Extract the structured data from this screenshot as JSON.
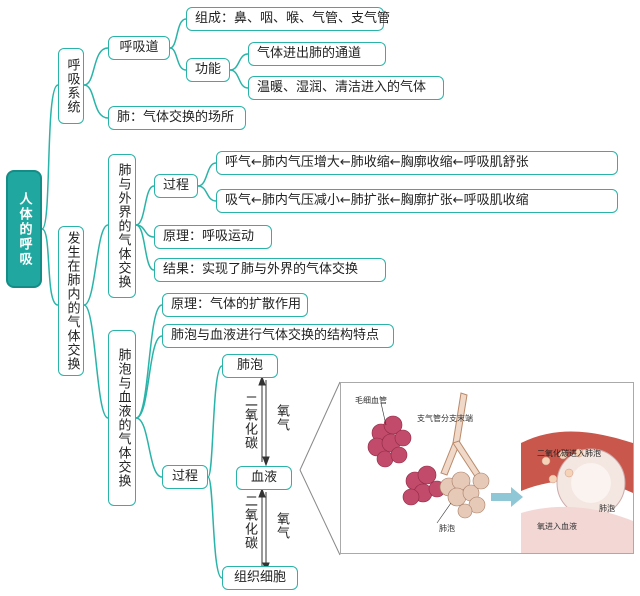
{
  "root": "人体的呼吸",
  "respiratory_tract_system": {
    "label": "呼吸系统",
    "tract": {
      "label": "呼吸道",
      "composition": "组成：鼻、咽、喉、气管、支气管",
      "function_label": "功能",
      "functions": [
        "气体进出肺的通道",
        "温暖、湿润、清洁进入的气体"
      ]
    },
    "lung": "肺：气体交换的场所"
  },
  "gas_exchange": {
    "label": "发生在肺内的气体交换",
    "lung_outside": {
      "label": "肺与外界的气体交换",
      "process_label": "过程",
      "processes": [
        "呼气←肺内气压增大←肺收缩←胸廓收缩←呼吸肌舒张",
        "吸气←肺内气压减小←肺扩张←胸廓扩张←呼吸肌收缩"
      ],
      "principle": "原理：呼吸运动",
      "result": "结果：实现了肺与外界的气体交换"
    },
    "alveoli_blood": {
      "label": "肺泡与血液的气体交换",
      "principle": "原理：气体的扩散作用",
      "structure": "肺泡与血液进行气体交换的结构特点",
      "process_label": "过程",
      "flow": {
        "alveoli": "肺泡",
        "blood": "血液",
        "tissue": "组织细胞",
        "co2": "二氧化碳",
        "o2": "氧气"
      },
      "illustration": {
        "capillary": "毛细血管",
        "bronchiole": "支气管分支末端",
        "alveolus": "肺泡",
        "co2_into_alveoli": "二氧化碳进入肺泡",
        "o2_into_blood": "氧进入血液",
        "lung_alveolus": "肺泡"
      }
    }
  },
  "colors": {
    "accent": "#2ab3a8",
    "root_bg": "#1fa7a0",
    "alveoli": "#c24a6a",
    "blood_red": "#c0392b"
  }
}
